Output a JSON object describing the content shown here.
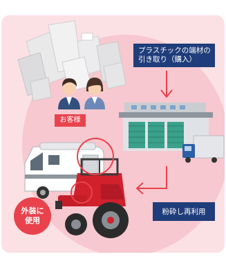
{
  "labels": {
    "purchase": "プラスチックの端材の\n引き取り（購入）",
    "customer": "お客様",
    "recycle": "粉砕し再利用",
    "exterior": "外装に\n使用"
  },
  "icons": [
    "plastic-scraps-icon",
    "customer-man-icon",
    "customer-woman-icon",
    "arrow-down-icon",
    "arrow-left-icon",
    "factory-icon",
    "truck-icon",
    "camper-icon",
    "tractor-icon",
    "highlight-circle-icon"
  ],
  "colors": {
    "card_bg": "#fbe1e4",
    "blob": "#f7c8cf",
    "navy": "#1f3d7a",
    "red": "#e8434d",
    "arrow": "#e8434d",
    "factory_green": "#3aa18b"
  }
}
